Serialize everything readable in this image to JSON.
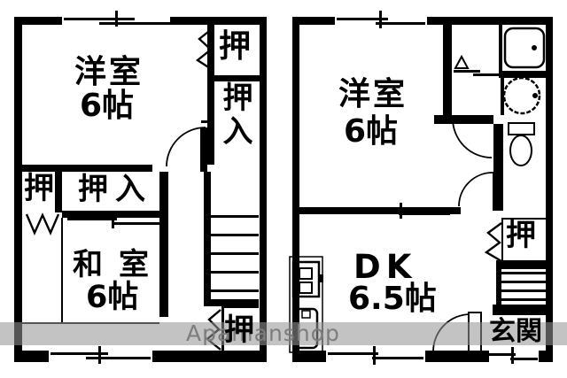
{
  "left_plan": {
    "western_room": {
      "name": "洋室",
      "size": "6帖"
    },
    "japanese_room": {
      "name": "和室",
      "size": "6帖"
    },
    "closet_top_right": "押",
    "closet_right_vertical": "押入",
    "closet_mid_left": "押",
    "closet_mid": "押入",
    "closet_bottom_right": "押"
  },
  "right_plan": {
    "western_room": {
      "name": "洋室",
      "size": "6帖"
    },
    "dk": {
      "name": "DK",
      "size": "6.5帖"
    },
    "closet_right": "押",
    "entrance": "玄関"
  },
  "watermark": {
    "text": "Apamanshop"
  },
  "colors": {
    "line": "#000000",
    "background": "#ffffff",
    "watermark_band": "rgba(150,150,150,0.57)",
    "watermark_text": "#7d7d7d"
  }
}
